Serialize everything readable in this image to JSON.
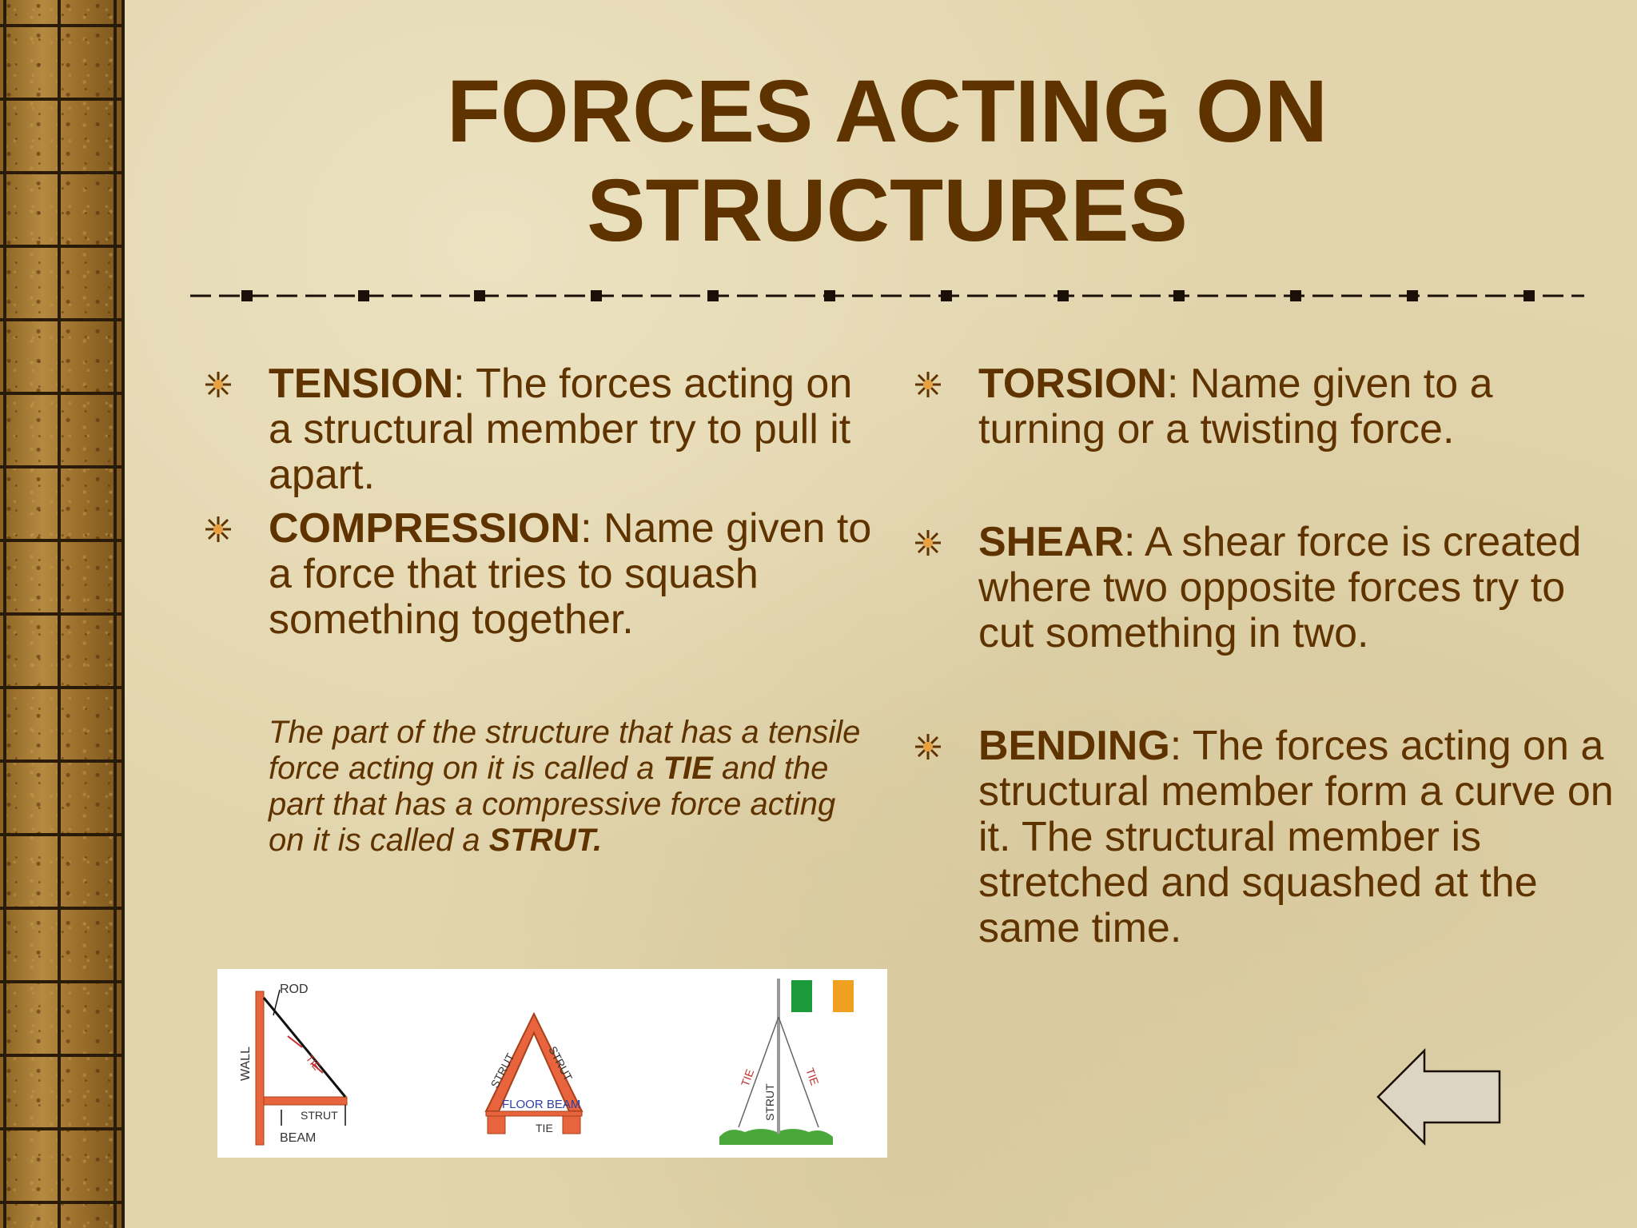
{
  "slide": {
    "title_line1": "FORCES ACTING ON",
    "title_line2": "STRUCTURES"
  },
  "left_column": {
    "tension": {
      "term": "TENSION",
      "text": ": The forces acting on a structural member try to pull it apart."
    },
    "compression": {
      "term": "COMPRESSION",
      "text": ": Name given to a force that tries to squash something together."
    },
    "note": {
      "part1": "The part of the structure that has a tensile force acting on it is called a ",
      "tie": "TIE",
      "part2": " and the part that has a compressive force acting on it is called a ",
      "strut": "STRUT."
    }
  },
  "right_column": {
    "torsion": {
      "term": "TORSION",
      "text": ": Name given to a turning or a twisting force."
    },
    "shear": {
      "term": "SHEAR",
      "text": ": A shear force is created where two opposite forces try to cut something in two."
    },
    "bending": {
      "term": "BENDING",
      "text": ": The forces acting on a structural member form a curve on it. The structural member is stretched and squashed at the same time."
    }
  },
  "diagram": {
    "wall_bracket": {
      "rod": "ROD",
      "wall": "WALL",
      "tie": "TIE",
      "strut": "STRUT",
      "beam": "BEAM"
    },
    "roof_truss": {
      "strut_left": "STRUT",
      "strut_right": "STRUT",
      "floor_beam": "FLOOR BEAM",
      "tie": "TIE"
    },
    "flagpole": {
      "tie_left": "TIE",
      "tie_right": "TIE",
      "strut": "STRUT"
    }
  },
  "navigation": {
    "back_icon": "left-arrow-icon"
  },
  "colors": {
    "text": "#5e3300",
    "background": "#e2d5ad",
    "diagram_orange": "#e8643c",
    "flag_green": "#1a9a3a",
    "flag_orange": "#f0a020"
  }
}
